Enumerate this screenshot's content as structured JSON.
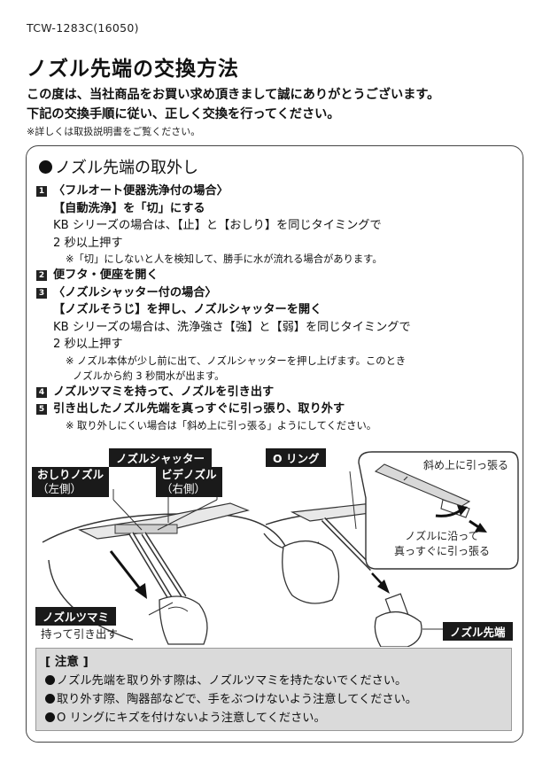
{
  "doc_id": "TCW-1283C(16050)",
  "title": "ノズル先端の交換方法",
  "intro": {
    "line1": "この度は、当社商品をお買い求め頂きまして誠にありがとうございます。",
    "line2": "下記の交換手順に従い、正しく交換を行ってください。",
    "note": "※詳しくは取扱説明書をご覧ください。"
  },
  "section": {
    "title": "ノズル先端の取外し",
    "steps": [
      {
        "num": "1",
        "line1": "〈フルオート便器洗浄付の場合〉",
        "line2": "【自動洗浄】を「切」にする",
        "line3": "KB シリーズの場合は、【止】と【おしり】を同じタイミングで",
        "line4": "2 秒以上押す",
        "note": "※「切」にしないと人を検知して、勝手に水が流れる場合があります。"
      },
      {
        "num": "2",
        "line1": "便フタ・便座を開く"
      },
      {
        "num": "3",
        "line1": "〈ノズルシャッター付の場合〉",
        "line2": "【ノズルそうじ】を押し、ノズルシャッターを開く",
        "line3": "KB シリーズの場合は、洗浄強さ【強】と【弱】を同じタイミングで",
        "line4": "2 秒以上押す",
        "note1": "※ ノズル本体が少し前に出て、ノズルシャッターを押し上げます。このとき",
        "note2": "ノズルから約 3 秒間水が出ます。"
      },
      {
        "num": "4",
        "line1": "ノズルツマミを持って、ノズルを引き出す"
      },
      {
        "num": "5",
        "line1": "引き出したノズル先端を真っすぐに引っ張り、取り外す",
        "note": "※ 取り外しにくい場合は「斜め上に引っ張る」ようにしてください。"
      }
    ]
  },
  "illustration": {
    "shutter_label": "ノズルシャッター",
    "oshiri_label": "おしりノズル",
    "oshiri_side": "（左側）",
    "bidet_label": "ビデノズル",
    "bidet_side": "（右側）",
    "knob_label": "ノズルツマミ",
    "knob_caption": "持って引き出す",
    "oring_label": "O リング",
    "diag_up": "斜め上に引っ張る",
    "straight_line1": "ノズルに沿って",
    "straight_line2": "真っすぐに引っ張る",
    "tip_label": "ノズル先端"
  },
  "caution": {
    "title": "[ 注意 ]",
    "items": [
      "ノズル先端を取り外す際は、ノズルツマミを持たないでください。",
      "取り外す際、陶器部などで、手をぶつけないよう注意してください。",
      "O リングにキズを付けないよう注意してください。"
    ]
  }
}
